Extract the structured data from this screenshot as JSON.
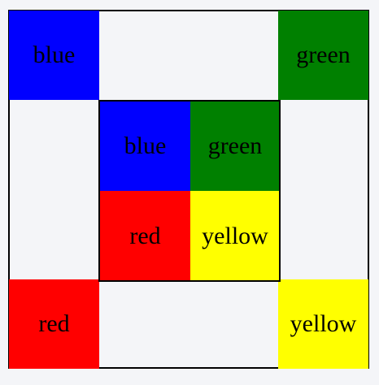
{
  "corner_cells": {
    "top_left": {
      "label": "blue",
      "color": "#0000ff"
    },
    "top_right": {
      "label": "green",
      "color": "#008000"
    },
    "bottom_left": {
      "label": "red",
      "color": "#ff0000"
    },
    "bottom_right": {
      "label": "yellow",
      "color": "#ffff00"
    }
  },
  "inner_grid": {
    "top_left": {
      "label": "blue",
      "color": "#0000ff"
    },
    "top_right": {
      "label": "green",
      "color": "#008000"
    },
    "bottom_left": {
      "label": "red",
      "color": "#ff0000"
    },
    "bottom_right": {
      "label": "yellow",
      "color": "#ffff00"
    }
  },
  "background_color": "#f4f5f8"
}
